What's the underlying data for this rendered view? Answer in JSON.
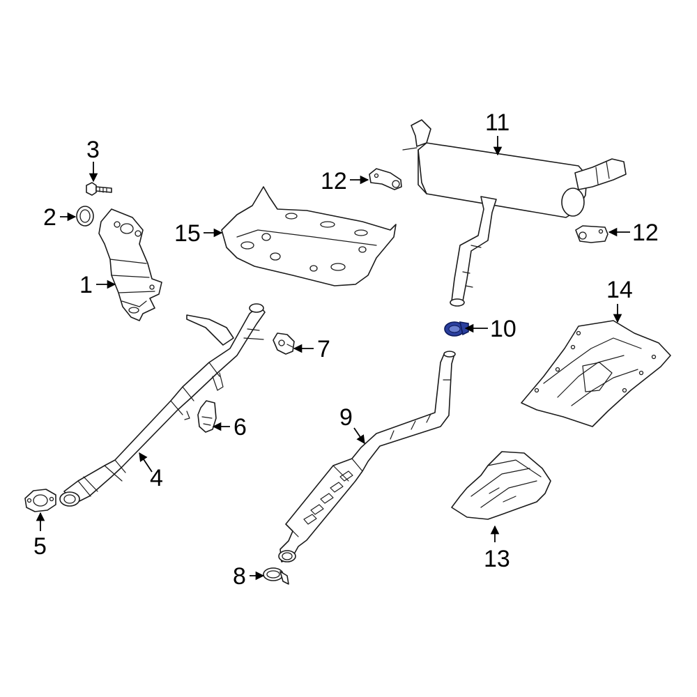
{
  "callouts": [
    {
      "id": "1",
      "label": "1"
    },
    {
      "id": "2",
      "label": "2"
    },
    {
      "id": "3",
      "label": "3"
    },
    {
      "id": "4",
      "label": "4"
    },
    {
      "id": "5",
      "label": "5"
    },
    {
      "id": "6",
      "label": "6"
    },
    {
      "id": "7",
      "label": "7"
    },
    {
      "id": "8",
      "label": "8"
    },
    {
      "id": "9",
      "label": "9"
    },
    {
      "id": "10",
      "label": "10"
    },
    {
      "id": "11",
      "label": "11"
    },
    {
      "id": "12a",
      "label": "12"
    },
    {
      "id": "12b",
      "label": "12"
    },
    {
      "id": "13",
      "label": "13"
    },
    {
      "id": "14",
      "label": "14"
    },
    {
      "id": "15",
      "label": "15"
    }
  ],
  "highlighted_part": "10",
  "colors": {
    "highlight": "#2a3f9e",
    "line": "#1a1a1a",
    "background": "#ffffff"
  }
}
